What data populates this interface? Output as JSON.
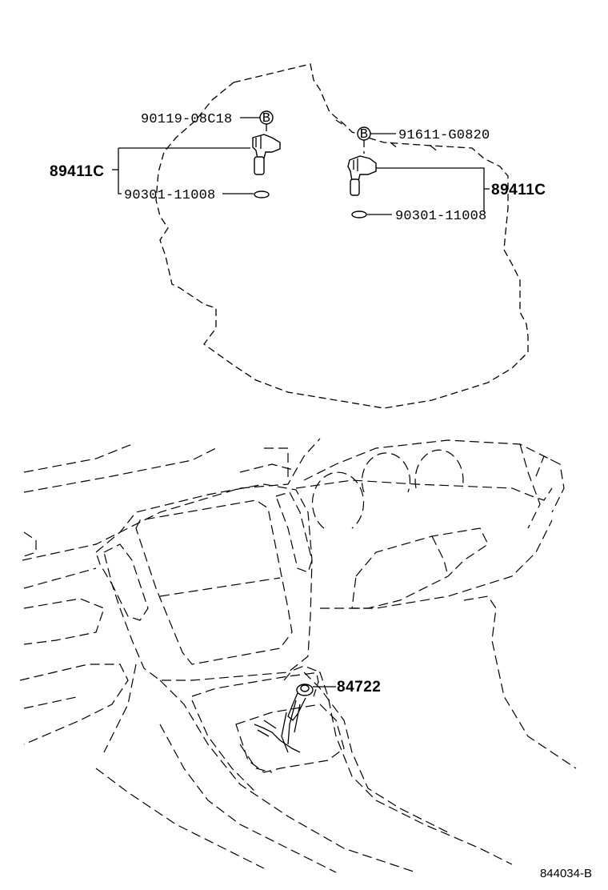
{
  "labels": {
    "bolt_left": "90119-08C18",
    "sensor_left": "89411C",
    "oring_left": "90301-11008",
    "bolt_right": "91611-G0820",
    "sensor_right": "89411C",
    "oring_right": "90301-11008",
    "shift_knob": "84722",
    "figure_id": "844034-B"
  },
  "bolt_mark": "B"
}
